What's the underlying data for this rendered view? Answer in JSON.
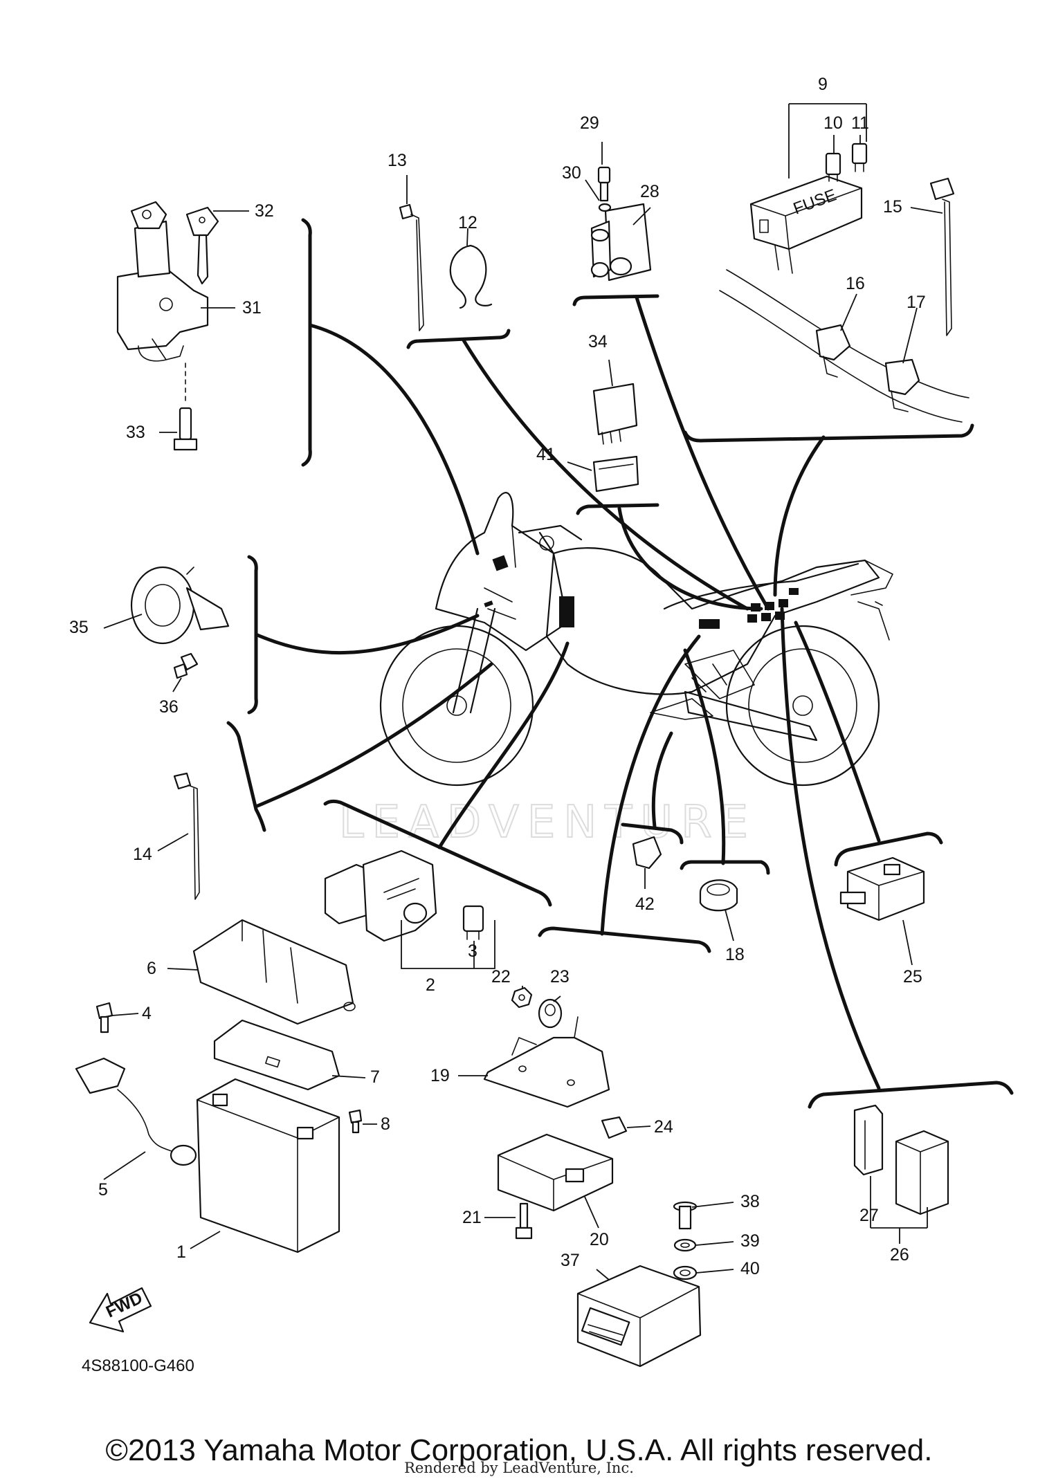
{
  "diagram": {
    "callouts": [
      "1",
      "2",
      "3",
      "4",
      "5",
      "6",
      "7",
      "8",
      "9",
      "10",
      "11",
      "12",
      "13",
      "14",
      "15",
      "16",
      "17",
      "18",
      "19",
      "20",
      "21",
      "22",
      "23",
      "24",
      "25",
      "26",
      "27",
      "28",
      "29",
      "30",
      "31",
      "32",
      "33",
      "34",
      "35",
      "36",
      "37",
      "38",
      "39",
      "40",
      "41",
      "42"
    ],
    "reference_code": "4S88100-G460",
    "fwd_label": "FWD",
    "fuse_label": "FUSE",
    "watermark": "LEADVENTURE"
  },
  "footer": {
    "copyright": "©2013 Yamaha Motor Corporation, U.S.A. All rights reserved.",
    "rendered_by": "Rendered by LeadVenture, Inc."
  }
}
